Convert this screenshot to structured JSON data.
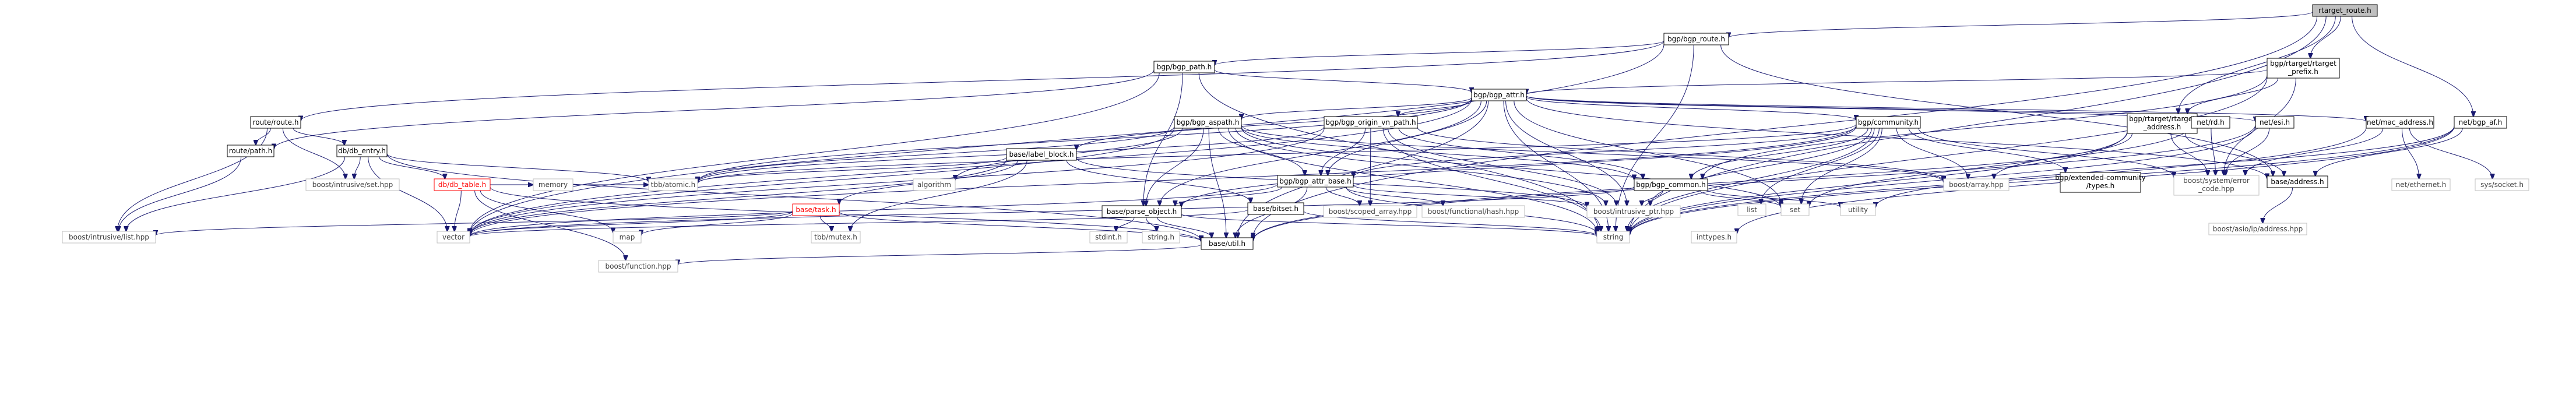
{
  "graph_title": "rtarget_route.h",
  "colors": {
    "edge": "#191970",
    "root_fill": "#bfbfbf",
    "node_border": "#000000",
    "missing_border": "#ff0000",
    "external_border": "#bfbfbf"
  },
  "nodes": {
    "rtarget_route": {
      "label": "rtarget_route.h",
      "kind": "root"
    },
    "bgp_route": {
      "label": "bgp/bgp_route.h",
      "kind": "doc"
    },
    "bgp_path": {
      "label": "bgp/bgp_path.h",
      "kind": "doc"
    },
    "rtarget_prefix": {
      "label": "bgp/rtarget/rtarget_prefix.h",
      "kind": "doc"
    },
    "rtarget_address": {
      "label": "bgp/rtarget/rtarget_address.h",
      "kind": "doc"
    },
    "bgp_af": {
      "label": "net/bgp_af.h",
      "kind": "doc"
    },
    "bgp_attr": {
      "label": "bgp/bgp_attr.h",
      "kind": "doc"
    },
    "route_route": {
      "label": "route/route.h",
      "kind": "doc"
    },
    "route_path": {
      "label": "route/path.h",
      "kind": "doc"
    },
    "db_entry": {
      "label": "db/db_entry.h",
      "kind": "doc"
    },
    "db_table": {
      "label": "db/db_table.h",
      "kind": "red"
    },
    "bgp_aspath": {
      "label": "bgp/bgp_aspath.h",
      "kind": "doc"
    },
    "bgp_origin_vn_path": {
      "label": "bgp/bgp_origin_vn_path.h",
      "kind": "doc"
    },
    "bgp_community": {
      "label": "bgp/community.h",
      "kind": "doc"
    },
    "rd": {
      "label": "net/rd.h",
      "kind": "doc"
    },
    "esi": {
      "label": "net/esi.h",
      "kind": "doc"
    },
    "mac_address": {
      "label": "net/mac_address.h",
      "kind": "doc"
    },
    "label_block": {
      "label": "base/label_block.h",
      "kind": "doc"
    },
    "bgp_attr_base": {
      "label": "bgp/bgp_attr_base.h",
      "kind": "doc"
    },
    "bgp_common": {
      "label": "bgp/bgp_common.h",
      "kind": "doc"
    },
    "extended_community_types": {
      "label": "bgp/extended-community/types.h",
      "kind": "doc"
    },
    "base_task": {
      "label": "base/task.h",
      "kind": "red"
    },
    "parse_object": {
      "label": "base/parse_object.h",
      "kind": "doc"
    },
    "bitset": {
      "label": "base/bitset.h",
      "kind": "doc"
    },
    "base_address": {
      "label": "base/address.h",
      "kind": "doc"
    },
    "base_util": {
      "label": "base/util.h",
      "kind": "doc"
    },
    "intrusive_set": {
      "label": "boost/intrusive/set.hpp",
      "kind": "leaf"
    },
    "intrusive_list": {
      "label": "boost/intrusive/list.hpp",
      "kind": "leaf"
    },
    "tbb_atomic": {
      "label": "tbb/atomic.h",
      "kind": "leaf"
    },
    "memory": {
      "label": "memory",
      "kind": "leaf"
    },
    "algorithm": {
      "label": "algorithm",
      "kind": "leaf"
    },
    "boost_array": {
      "label": "boost/array.hpp",
      "kind": "leaf"
    },
    "error_code": {
      "label": "boost/system/error_code.hpp",
      "kind": "leaf"
    },
    "net_ethernet": {
      "label": "net/ethernet.h",
      "kind": "leaf"
    },
    "sys_socket": {
      "label": "sys/socket.h",
      "kind": "leaf"
    },
    "asio_address": {
      "label": "boost/asio/ip/address.hpp",
      "kind": "leaf"
    },
    "utility": {
      "label": "utility",
      "kind": "leaf"
    },
    "set": {
      "label": "set",
      "kind": "leaf"
    },
    "list": {
      "label": "list",
      "kind": "leaf"
    },
    "intrusive_ptr": {
      "label": "boost/intrusive_ptr.hpp",
      "kind": "leaf"
    },
    "functional_hash": {
      "label": "boost/functional/hash.hpp",
      "kind": "leaf"
    },
    "scoped_array": {
      "label": "boost/scoped_array.hpp",
      "kind": "leaf"
    },
    "vector": {
      "label": "vector",
      "kind": "leaf"
    },
    "map": {
      "label": "map",
      "kind": "leaf"
    },
    "tbb_mutex": {
      "label": "tbb/mutex.h",
      "kind": "leaf"
    },
    "stdint": {
      "label": "stdint.h",
      "kind": "leaf"
    },
    "string_h": {
      "label": "string.h",
      "kind": "leaf"
    },
    "string": {
      "label": "string",
      "kind": "leaf"
    },
    "inttypes": {
      "label": "inttypes.h",
      "kind": "leaf"
    },
    "boost_function": {
      "label": "boost/function.hpp",
      "kind": "leaf"
    }
  }
}
